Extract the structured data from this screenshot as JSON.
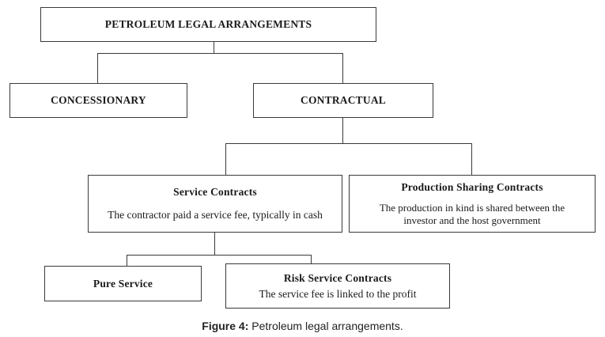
{
  "root": {
    "title": "PETROLEUM LEGAL ARRANGEMENTS"
  },
  "concessionary": {
    "title": "CONCESSIONARY"
  },
  "contractual": {
    "title": "CONTRACTUAL"
  },
  "service_contracts": {
    "title": "Service Contracts",
    "description": "The contractor paid a service fee, typically in cash"
  },
  "production_sharing": {
    "title": "Production Sharing Contracts",
    "description_line1": "The production in kind is shared between the",
    "description_line2": "investor and the host government"
  },
  "pure_service": {
    "title": "Pure Service"
  },
  "risk_service": {
    "title": "Risk Service Contracts",
    "description": "The service fee is linked to the profit"
  },
  "caption": {
    "label": "Figure 4:",
    "text": " Petroleum legal arrangements."
  }
}
